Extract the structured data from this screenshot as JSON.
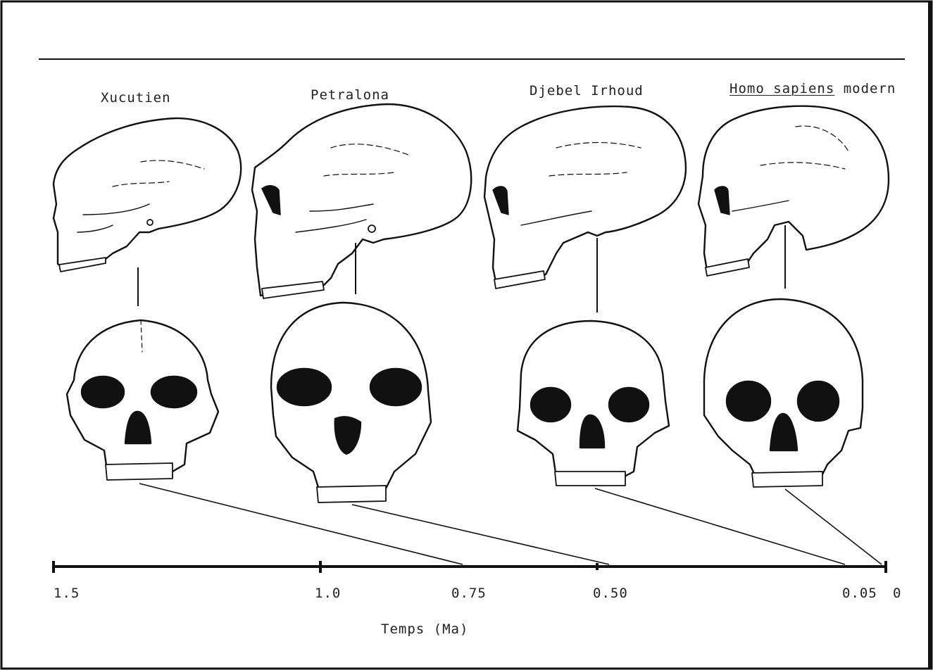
{
  "specimens": [
    {
      "name": "Xucutien",
      "underlined": ""
    },
    {
      "name": "Petralona",
      "underlined": ""
    },
    {
      "name": "Djebel Irhoud",
      "underlined": ""
    },
    {
      "name": " modern",
      "underlined": "Homo sapiens"
    }
  ],
  "timeline": {
    "ticks": [
      "1.5",
      "1.0",
      "0.75",
      "0.50",
      "0.05",
      "0"
    ],
    "axis_label": "Temps (Ma)"
  }
}
